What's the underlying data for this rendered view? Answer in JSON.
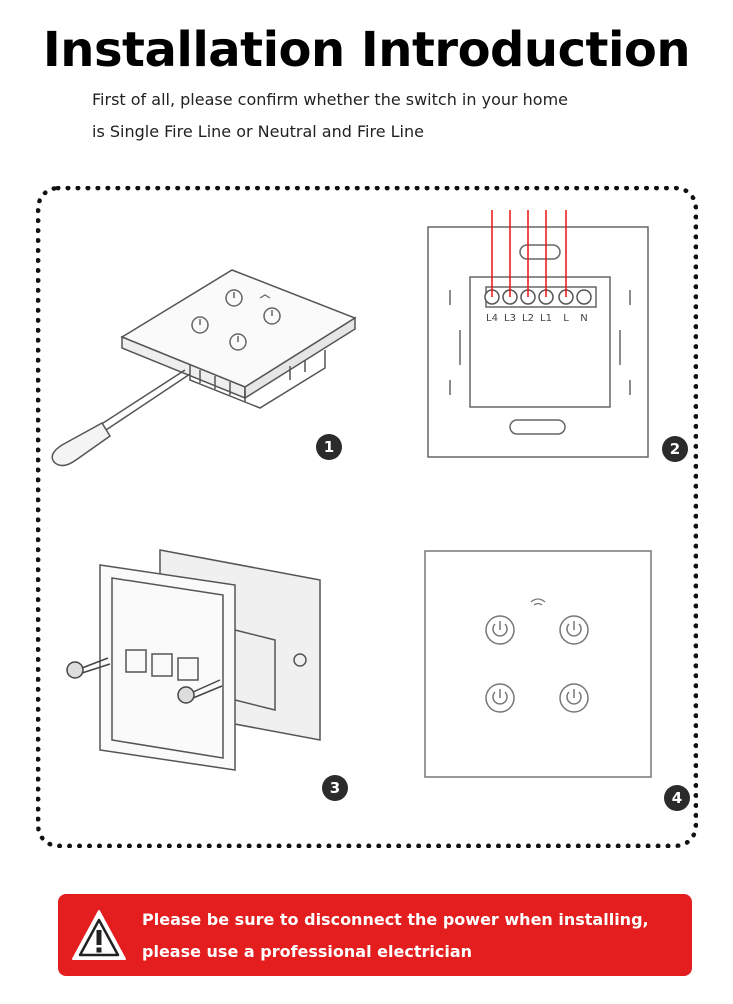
{
  "header": {
    "title": "Installation Introduction",
    "subtitle_line1": "First of all, please confirm whether the switch in your home",
    "subtitle_line2": "is Single Fire Line or Neutral and Fire Line"
  },
  "steps": [
    {
      "badge": "1",
      "icon": "screwdriver-prying-panel"
    },
    {
      "badge": "2",
      "icon": "wiring-terminals",
      "terminals": [
        "L4",
        "L3",
        "L2",
        "L1",
        "L",
        "N"
      ]
    },
    {
      "badge": "3",
      "icon": "screw-mounting"
    },
    {
      "badge": "4",
      "icon": "finished-switch-panel"
    }
  ],
  "warning": {
    "line1": "Please be sure to disconnect the power when installing,",
    "line2": "please use a professional electrician",
    "icon": "warning-triangle-icon",
    "color": "#e41e1e"
  }
}
